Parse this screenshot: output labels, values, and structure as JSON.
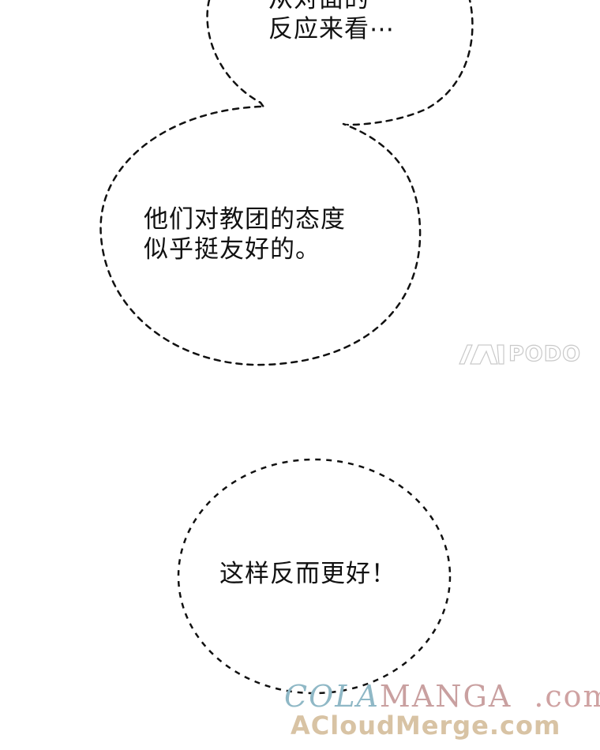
{
  "bubbles": {
    "top": {
      "line1": "从对面的",
      "line2": "反应来看⋯"
    },
    "middle": {
      "line1": "他们对教团的态度",
      "line2": "似乎挺友好的。"
    },
    "bottom": {
      "line1": "这样反而更好！"
    }
  },
  "watermarks": {
    "podo": "PODO",
    "colamanga": {
      "cola": "COLA",
      "manga": "MANGA",
      "domain": ".com"
    },
    "acloudmerge": "ACloudMerge.com"
  }
}
